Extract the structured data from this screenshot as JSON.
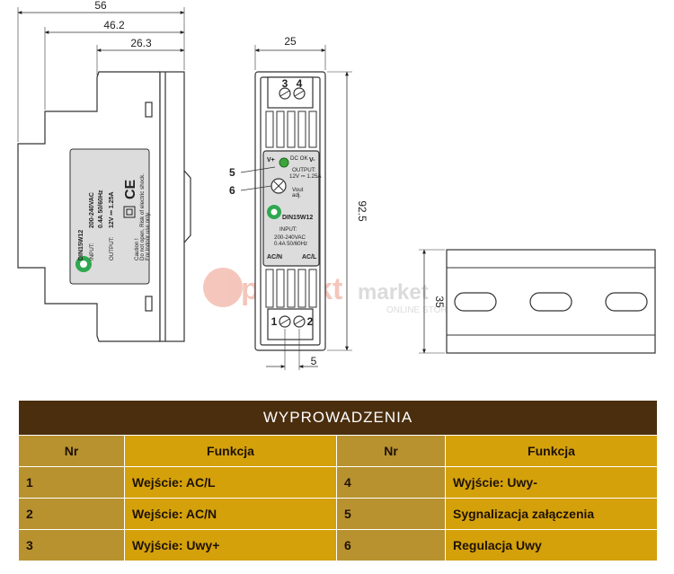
{
  "dimensions": {
    "side_total_width": "56",
    "side_mid_width": "46.2",
    "side_front_width": "26.3",
    "front_width": "25",
    "front_height": "92.5",
    "terminal_spacing": "5",
    "rail_height": "35"
  },
  "callouts": {
    "led": "5",
    "pot": "6"
  },
  "terminals": {
    "t1": "1",
    "t2": "2",
    "t3": "3",
    "t4": "4"
  },
  "front_labels": {
    "v_plus": "V+",
    "v_minus": "V-",
    "dc_ok": "DC OK",
    "output_title": "OUTPUT:",
    "output_value": "12V ⎓ 1.25A",
    "vout_adj_1": "Vout",
    "vout_adj_2": "adj.",
    "model": "DIN15W12",
    "input_title": "INPUT:",
    "input_value_1": "200-240VAC",
    "input_value_2": "0.4A 50/60Hz",
    "ac_n": "AC/N",
    "ac_l": "AC/L"
  },
  "side_label": {
    "model": "DIN15W12",
    "input_title": "INPUT:",
    "input_value_1": "200-240VAC",
    "input_value_2": "0.4A 50/60Hz",
    "output_title": "OUTPUT:",
    "output_value": "12V ⎓ 1.25A",
    "ce_mark": "CE",
    "caution_1": "Caution !",
    "caution_2": "Do not open, Risk of electric shock.",
    "caution_3": "For indoor use only."
  },
  "watermark": {
    "brand_a": "perfekt",
    "brand_b": "market",
    "sub": "ONLINE STORE"
  },
  "table": {
    "title": "WYPROWADZENIA",
    "headers": [
      "Nr",
      "Funkcja",
      "Nr",
      "Funkcja"
    ],
    "rows": [
      {
        "nr1": "1",
        "f1": "Wejście: AC/L",
        "nr2": "4",
        "f2": "Wyjście: Uwy-"
      },
      {
        "nr1": "2",
        "f1": "Wejście: AC/N",
        "nr2": "5",
        "f2": "Sygnalizacja załączenia"
      },
      {
        "nr1": "3",
        "f1": "Wyjście: Uwy+",
        "nr2": "6",
        "f2": "Regulacja Uwy"
      }
    ]
  },
  "colors": {
    "table_title_bg": "#4a2e0e",
    "table_dark_cell": "#b8922f",
    "table_gold_cell": "#d4a10b",
    "led_green": "#3ba53b",
    "logo_green": "#2fa84f"
  }
}
